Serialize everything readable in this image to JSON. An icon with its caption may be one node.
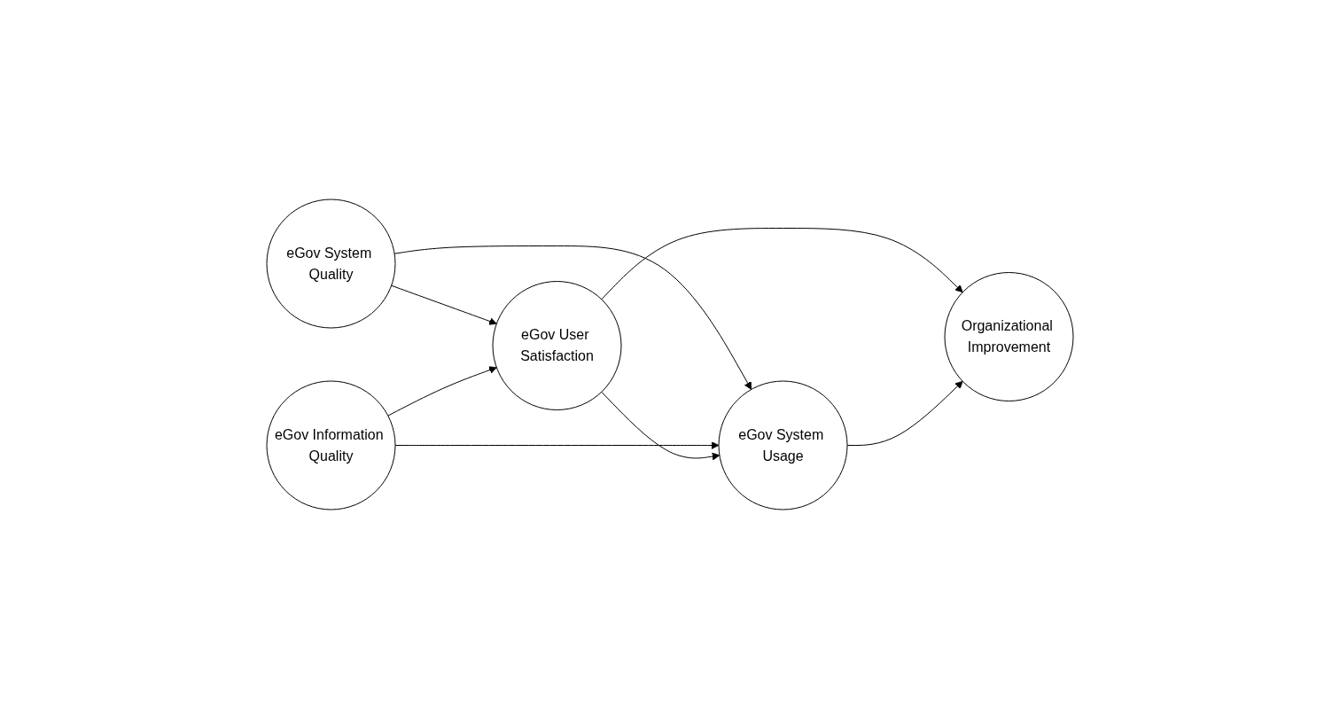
{
  "diagram": {
    "nodes": [
      {
        "text": [
          "eGov System Quality"
        ]
      },
      {
        "text": [
          "eGov User Satisfaction"
        ]
      },
      {
        "text": [
          "Organizational Improvement"
        ]
      },
      {
        "text": [
          "eGov Information Quality"
        ]
      },
      {
        "text": [
          "eGov System Usage"
        ]
      }
    ],
    "edges": [
      {
        "from": 0,
        "to": 1,
        "arrow": "to"
      },
      {
        "from": 0,
        "to": 4,
        "arrow": "to"
      },
      {
        "from": 3,
        "to": 1,
        "arrow": "to"
      },
      {
        "from": 3,
        "to": 4,
        "arrow": "to"
      },
      {
        "from": 1,
        "to": 4,
        "arrow": "to"
      },
      {
        "from": 1,
        "to": 2,
        "arrow": "to"
      },
      {
        "from": 4,
        "to": 2,
        "arrow": "to"
      }
    ]
  }
}
